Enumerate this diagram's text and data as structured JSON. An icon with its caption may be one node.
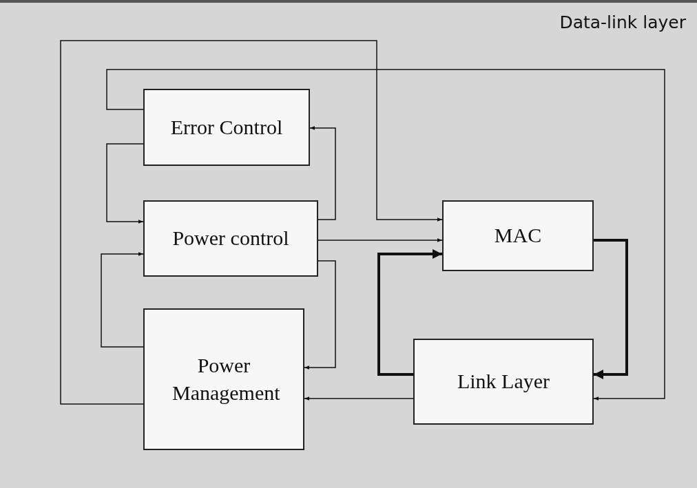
{
  "diagram": {
    "title": "Data-link layer",
    "nodes": [
      {
        "text": [
          "Error Control"
        ]
      },
      {
        "text": [
          "Power control"
        ]
      },
      {
        "text": [
          "Power Management"
        ]
      },
      {
        "text": [
          "MAC"
        ]
      },
      {
        "text": [
          "Link Layer"
        ]
      }
    ],
    "edges": [
      {
        "from": 1,
        "to": 0,
        "arrow": "to"
      },
      {
        "from": 0,
        "to": 1,
        "arrow": "to"
      },
      {
        "from": 2,
        "to": 1,
        "arrow": "to"
      },
      {
        "from": 1,
        "to": 2,
        "arrow": "to"
      },
      {
        "from": 1,
        "to": 3,
        "arrow": "to"
      },
      {
        "from": 2,
        "to": 3,
        "arrow": "to"
      },
      {
        "from": 0,
        "to": 4,
        "arrow": "to"
      },
      {
        "from": 3,
        "to": 4,
        "arrow": "to",
        "style": "thick"
      },
      {
        "from": 4,
        "to": 3,
        "arrow": "to",
        "style": "thick"
      },
      {
        "from": 4,
        "to": 2,
        "arrow": "to"
      }
    ]
  }
}
